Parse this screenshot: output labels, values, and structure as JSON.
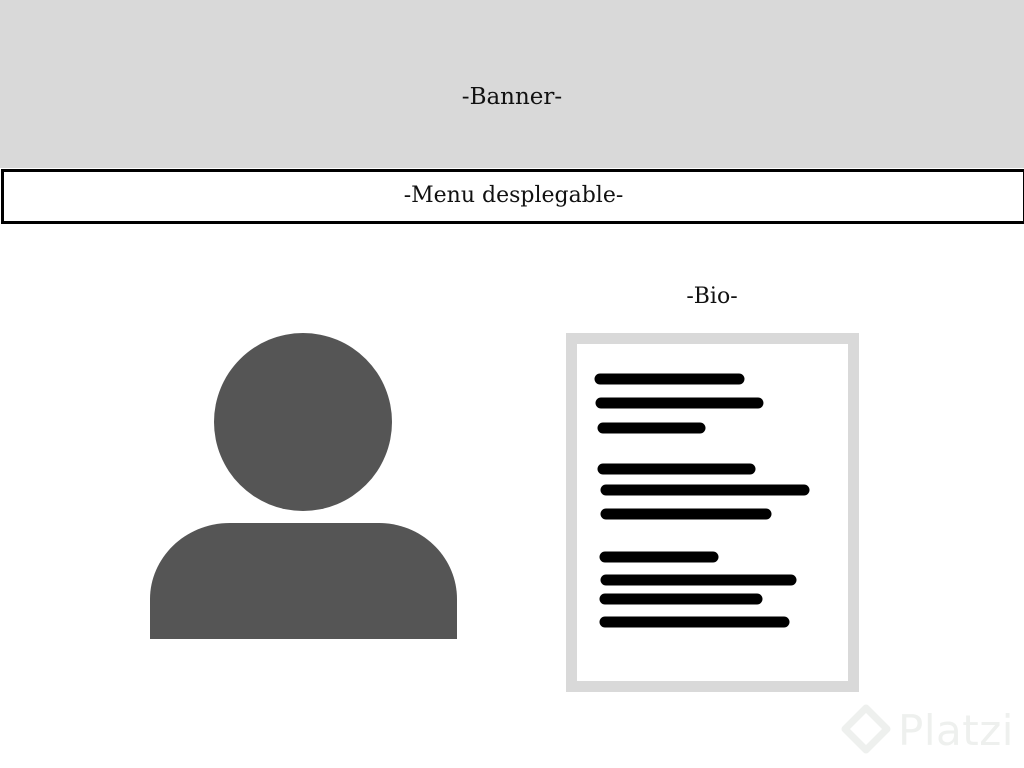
{
  "banner": {
    "label": "-Banner-",
    "background": "#d9d9d9"
  },
  "menu": {
    "label": "-Menu desplegable-",
    "border_color": "#000000"
  },
  "profile": {
    "icon": "user-silhouette-icon",
    "color": "#555555"
  },
  "bio": {
    "title": "-Bio-",
    "icon": "text-document-icon",
    "frame_color": "#d9d9d9",
    "line_color": "#000000"
  },
  "watermark": {
    "text": "Platzi",
    "icon": "platzi-logo-icon",
    "color": "#eef0ee"
  }
}
